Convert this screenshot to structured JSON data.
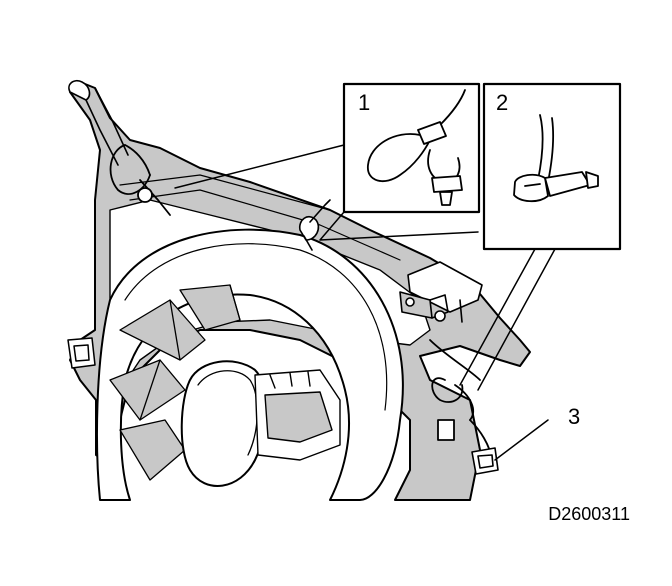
{
  "callouts": [
    {
      "label": "1"
    },
    {
      "label": "2"
    },
    {
      "label": "3"
    }
  ],
  "drawing_code": "D2600311",
  "colors": {
    "line": "#000000",
    "shade": "#c8c8c8",
    "background": "#ffffff"
  }
}
